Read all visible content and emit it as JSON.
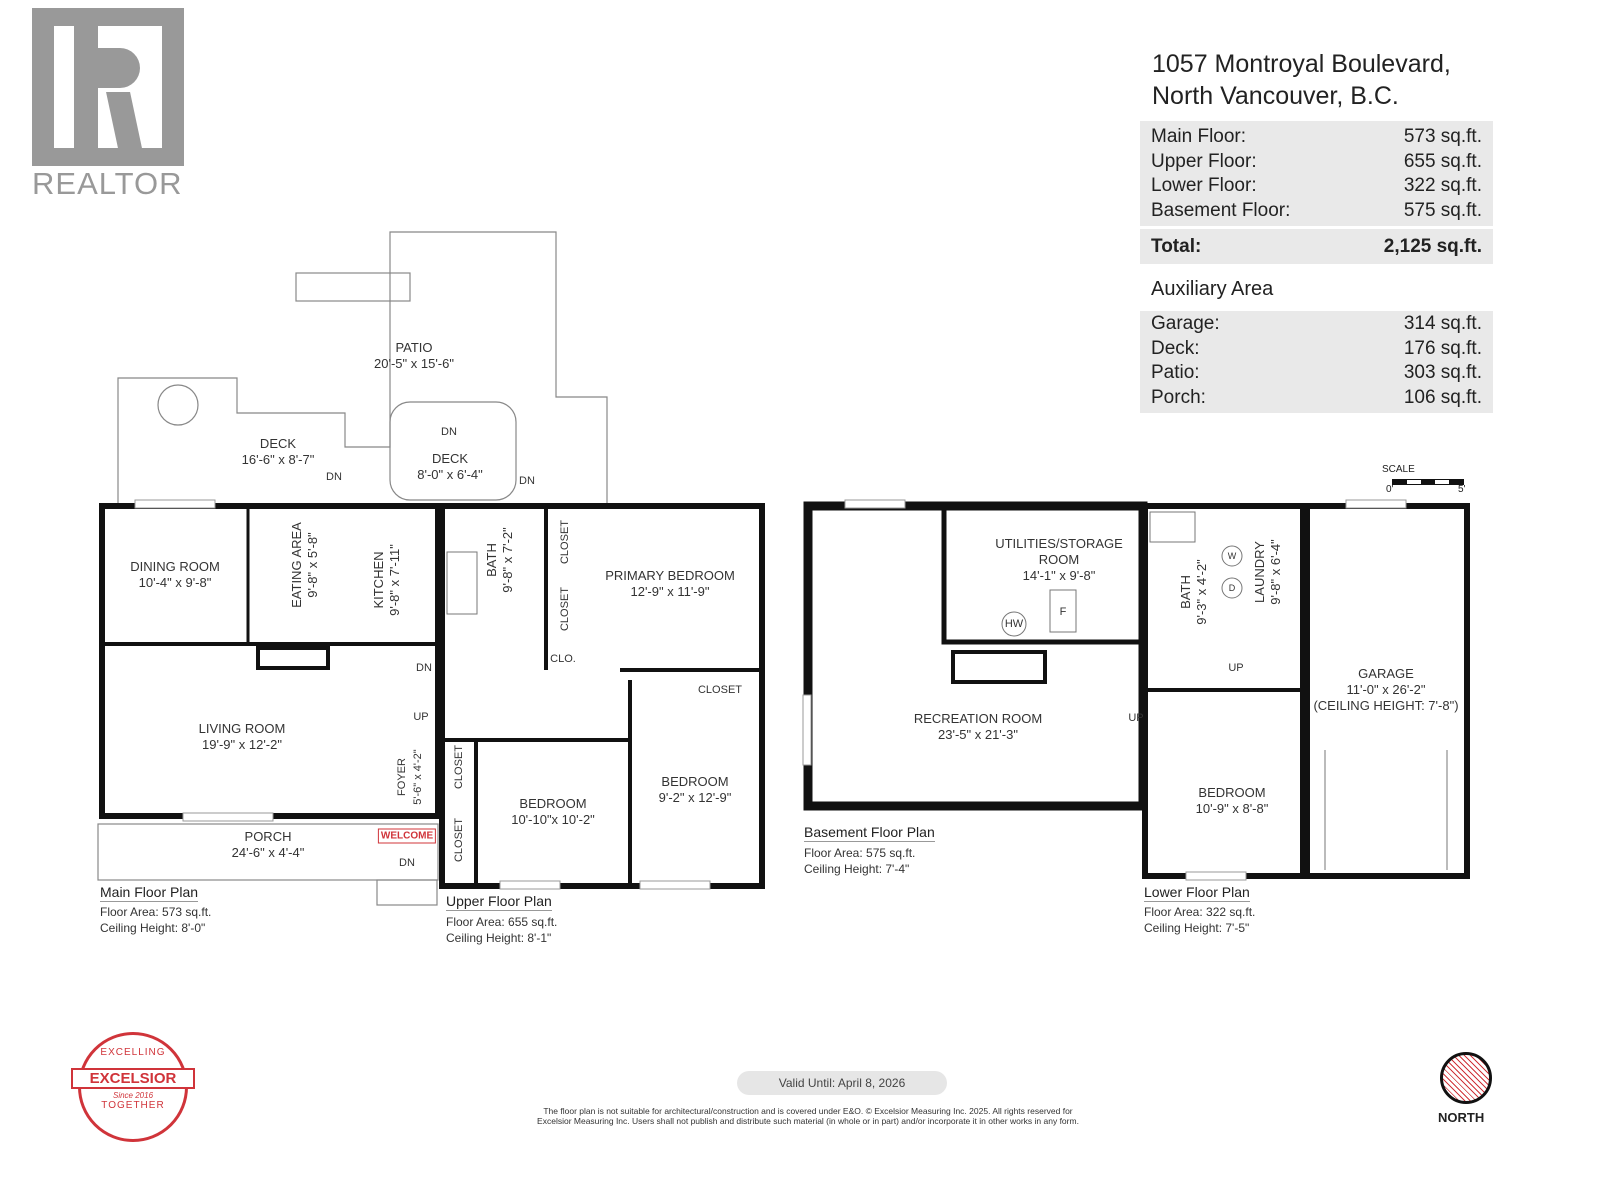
{
  "logo": {
    "brand": "REALTOR",
    "mark": "R"
  },
  "address": {
    "line1": "1057 Montroyal Boulevard,",
    "line2": "North Vancouver, B.C."
  },
  "areas": [
    {
      "label": "Main Floor:",
      "value": "573 sq.ft."
    },
    {
      "label": "Upper Floor:",
      "value": "655 sq.ft."
    },
    {
      "label": "Lower Floor:",
      "value": "322 sq.ft."
    },
    {
      "label": "Basement Floor:",
      "value": "575 sq.ft."
    }
  ],
  "total": {
    "label": "Total:",
    "value": "2,125 sq.ft."
  },
  "auxiliary": {
    "title": "Auxiliary Area",
    "items": [
      {
        "label": "Garage:",
        "value": "314 sq.ft."
      },
      {
        "label": "Deck:",
        "value": "176 sq.ft."
      },
      {
        "label": "Patio:",
        "value": "303 sq.ft."
      },
      {
        "label": "Porch:",
        "value": "106 sq.ft."
      }
    ]
  },
  "scale": {
    "label": "SCALE",
    "min": "0'",
    "max": "5'"
  },
  "rooms": {
    "patio": {
      "name": "PATIO",
      "dim": "20'-5\" x 15'-6\""
    },
    "deck1": {
      "name": "DECK",
      "dim": "16'-6\" x 8'-7\""
    },
    "deck2": {
      "name": "DECK",
      "dim": "8'-0\" x 6'-4\""
    },
    "dining": {
      "name": "DINING ROOM",
      "dim": "10'-4\" x 9'-8\""
    },
    "eating": {
      "name": "EATING AREA",
      "dim": "9'-8\" x 5'-8\""
    },
    "kitchen": {
      "name": "KITCHEN",
      "dim": "9'-8\" x 7'-11\""
    },
    "bath_upper": {
      "name": "BATH",
      "dim": "9'-8\" x 7'-2\""
    },
    "primary": {
      "name": "PRIMARY BEDROOM",
      "dim": "12'-9\" x 11'-9\""
    },
    "living": {
      "name": "LIVING ROOM",
      "dim": "19'-9\" x 12'-2\""
    },
    "foyer": {
      "name": "FOYER",
      "dim": "5'-6\" x 4'-2\""
    },
    "bedroom_a": {
      "name": "BEDROOM",
      "dim": "10'-10\"x 10'-2\""
    },
    "bedroom_b": {
      "name": "BEDROOM",
      "dim": "9'-2\" x 12'-9\""
    },
    "porch": {
      "name": "PORCH",
      "dim": "24'-6\" x 4'-4\""
    },
    "utilities": {
      "name": "UTILITIES/STORAGE",
      "name2": "ROOM",
      "dim": "14'-1\" x 9'-8\""
    },
    "recreation": {
      "name": "RECREATION ROOM",
      "dim": "23'-5\" x 21'-3\""
    },
    "bath_lower": {
      "name": "BATH",
      "dim": "9'-3\" x 4'-2\""
    },
    "laundry": {
      "name": "LAUNDRY",
      "dim": "9'-8\" x 6'-4\""
    },
    "garage": {
      "name": "GARAGE",
      "dim": "11'-0\" x 26'-2\"",
      "note": "(CEILING HEIGHT: 7'-8\")"
    },
    "bedroom_lower": {
      "name": "BEDROOM",
      "dim": "10'-9\" x 8'-8\""
    }
  },
  "labels": {
    "closet": "CLOSET",
    "clo": "CLO.",
    "dn": "DN",
    "up": "UP",
    "welcome": "WELCOME",
    "hw": "HW",
    "f": "F",
    "w": "W",
    "d": "D"
  },
  "plans": {
    "main": {
      "title": "Main Floor Plan",
      "area": "Floor Area: 573 sq.ft.",
      "ceiling": "Ceiling Height: 8'-0\""
    },
    "upper": {
      "title": "Upper Floor Plan",
      "area": "Floor Area: 655 sq.ft.",
      "ceiling": "Ceiling Height: 8'-1\""
    },
    "basement": {
      "title": "Basement Floor Plan",
      "area": "Floor Area: 575 sq.ft.",
      "ceiling": "Ceiling Height: 7'-4\""
    },
    "lower": {
      "title": "Lower Floor Plan",
      "area": "Floor Area: 322 sq.ft.",
      "ceiling": "Ceiling Height: 7'-5\""
    }
  },
  "footer": {
    "seal": {
      "top": "EXCELLING",
      "center": "EXCELSIOR",
      "bottom": "TOGETHER",
      "since": "Since 2016"
    },
    "valid": "Valid Until: April 8, 2026",
    "disclaimer1": "The floor plan is not suitable for architectural/construction and is covered under E&O. © Excelsior Measuring Inc. 2025. All rights reserved for",
    "disclaimer2": "Excelsior Measuring Inc. Users shall not publish and distribute such material (in whole or in part) and/or incorporate it in other works in any form.",
    "north": "NORTH"
  },
  "colors": {
    "accent": "#d0343a",
    "wall": "#111111",
    "panel": "#e9e9e9"
  }
}
